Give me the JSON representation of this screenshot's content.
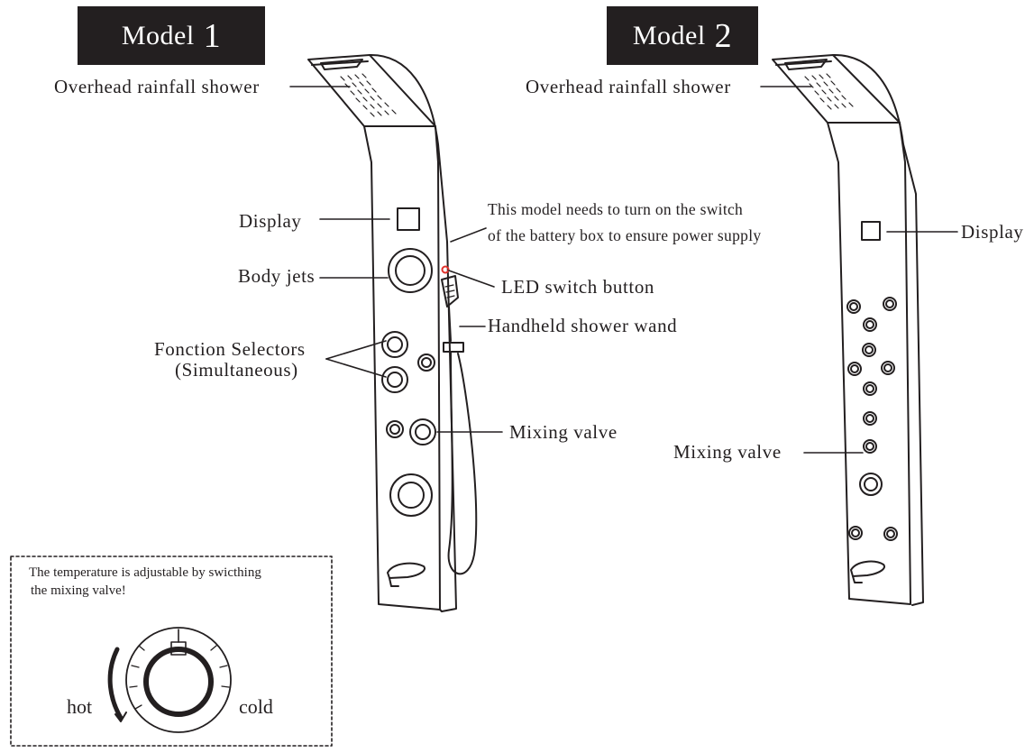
{
  "model1": {
    "label": "Model",
    "number": "1"
  },
  "model2": {
    "label": "Model",
    "number": "2"
  },
  "labels": {
    "overhead_1": "Overhead rainfall shower",
    "overhead_2": "Overhead rainfall shower",
    "display_1": "Display",
    "display_2": "Display",
    "body_jets": "Body jets",
    "selectors_line1": "Fonction Selectors",
    "selectors_line2": "(Simultaneous)",
    "battery_note_line1": "This model needs to turn on the switch",
    "battery_note_line2": "of the battery box to ensure power supply",
    "led_switch": "LED switch button",
    "handheld": "Handheld shower wand",
    "mixing_1": "Mixing valve",
    "mixing_2": "Mixing valve"
  },
  "temperature_box": {
    "line1": "The temperature is adjustable by swicthing",
    "line2": "the mixing valve!",
    "hot": "hot",
    "cold": "cold"
  },
  "colors": {
    "ink": "#231f20",
    "led": "#e0302a",
    "badge_text": "#ffffff"
  }
}
